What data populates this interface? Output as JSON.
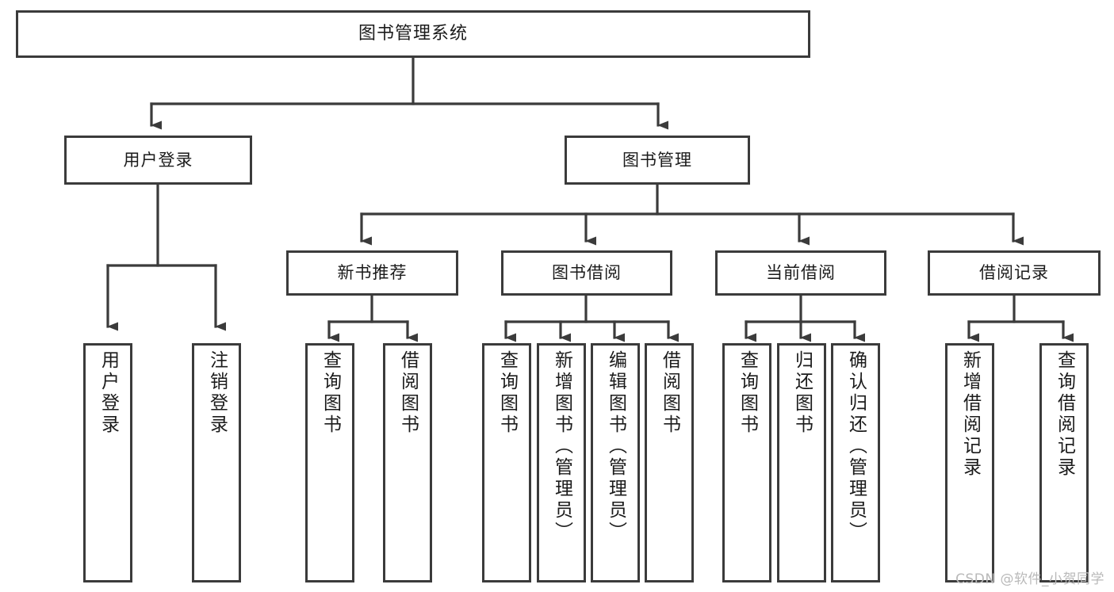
{
  "diagram": {
    "title": "图书管理系统",
    "type": "tree-hierarchy-chart",
    "colors": {
      "stroke": "#3b3b3b",
      "fill": "#ffffff",
      "text": "#1b1b1b",
      "watermark": "#b9b9b9"
    },
    "root": {
      "label": "图书管理系统"
    },
    "level2": [
      {
        "label": "用户登录"
      },
      {
        "label": "图书管理"
      }
    ],
    "level3": [
      {
        "label": "新书推荐"
      },
      {
        "label": "图书借阅"
      },
      {
        "label": "当前借阅"
      },
      {
        "label": "借阅记录"
      }
    ],
    "leaves": {
      "user_login": [
        {
          "label": "用户登录"
        },
        {
          "label": "注销登录"
        }
      ],
      "new_book_recommend": [
        {
          "label": "查询图书"
        },
        {
          "label": "借阅图书"
        }
      ],
      "book_borrow": [
        {
          "label": "查询图书"
        },
        {
          "label": "新增图书（管理员）"
        },
        {
          "label": "编辑图书（管理员）"
        },
        {
          "label": "借阅图书"
        }
      ],
      "current_borrow": [
        {
          "label": "查询图书"
        },
        {
          "label": "归还图书"
        },
        {
          "label": "确认归还（管理员）"
        }
      ],
      "borrow_records": [
        {
          "label": "新增借阅记录"
        },
        {
          "label": "查询借阅记录"
        }
      ]
    }
  },
  "watermark": {
    "text": "CSDN @软件_小贺同学"
  }
}
